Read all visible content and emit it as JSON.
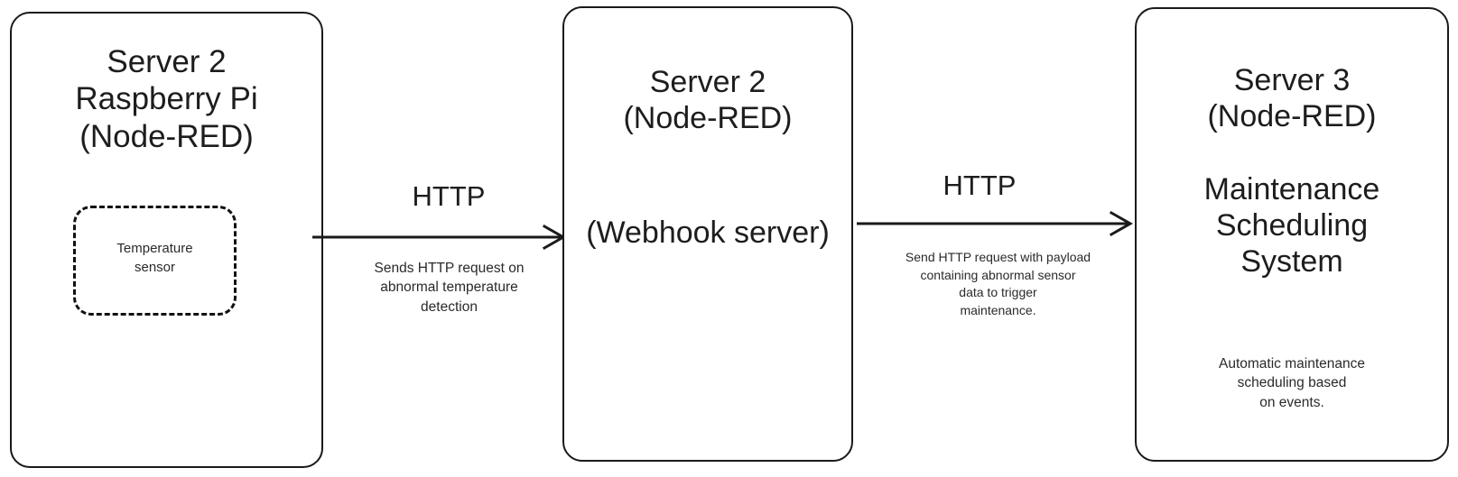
{
  "diagram": {
    "type": "flow-diagram",
    "background_color": "#ffffff",
    "stroke_color": "#1a1a1a",
    "text_color": "#1d1d1d"
  },
  "nodes": [
    {
      "id": "server2-rpi",
      "title": "Server 2\nRaspberry Pi\n(Node-RED)",
      "inner": {
        "id": "temperature-sensor",
        "label": "Temperature\nsensor",
        "style": "dashed"
      }
    },
    {
      "id": "server2-webhook",
      "title": "Server 2\n(Node-RED)",
      "subtitle": "(Webhook server)"
    },
    {
      "id": "server3-maintenance",
      "title": "Server 3\n(Node-RED)",
      "subtitle": "Maintenance\nScheduling\nSystem",
      "caption": "Automatic maintenance\nscheduling based\non events."
    }
  ],
  "edges": [
    {
      "id": "edge-rpi-to-webhook",
      "protocol": "HTTP",
      "caption": "Sends HTTP request on\nabnormal temperature\ndetection",
      "direction": "right"
    },
    {
      "id": "edge-webhook-to-maintenance",
      "protocol": "HTTP",
      "caption": "Send HTTP request with payload\ncontaining abnormal sensor\ndata to trigger\nmaintenance.",
      "direction": "right"
    }
  ]
}
